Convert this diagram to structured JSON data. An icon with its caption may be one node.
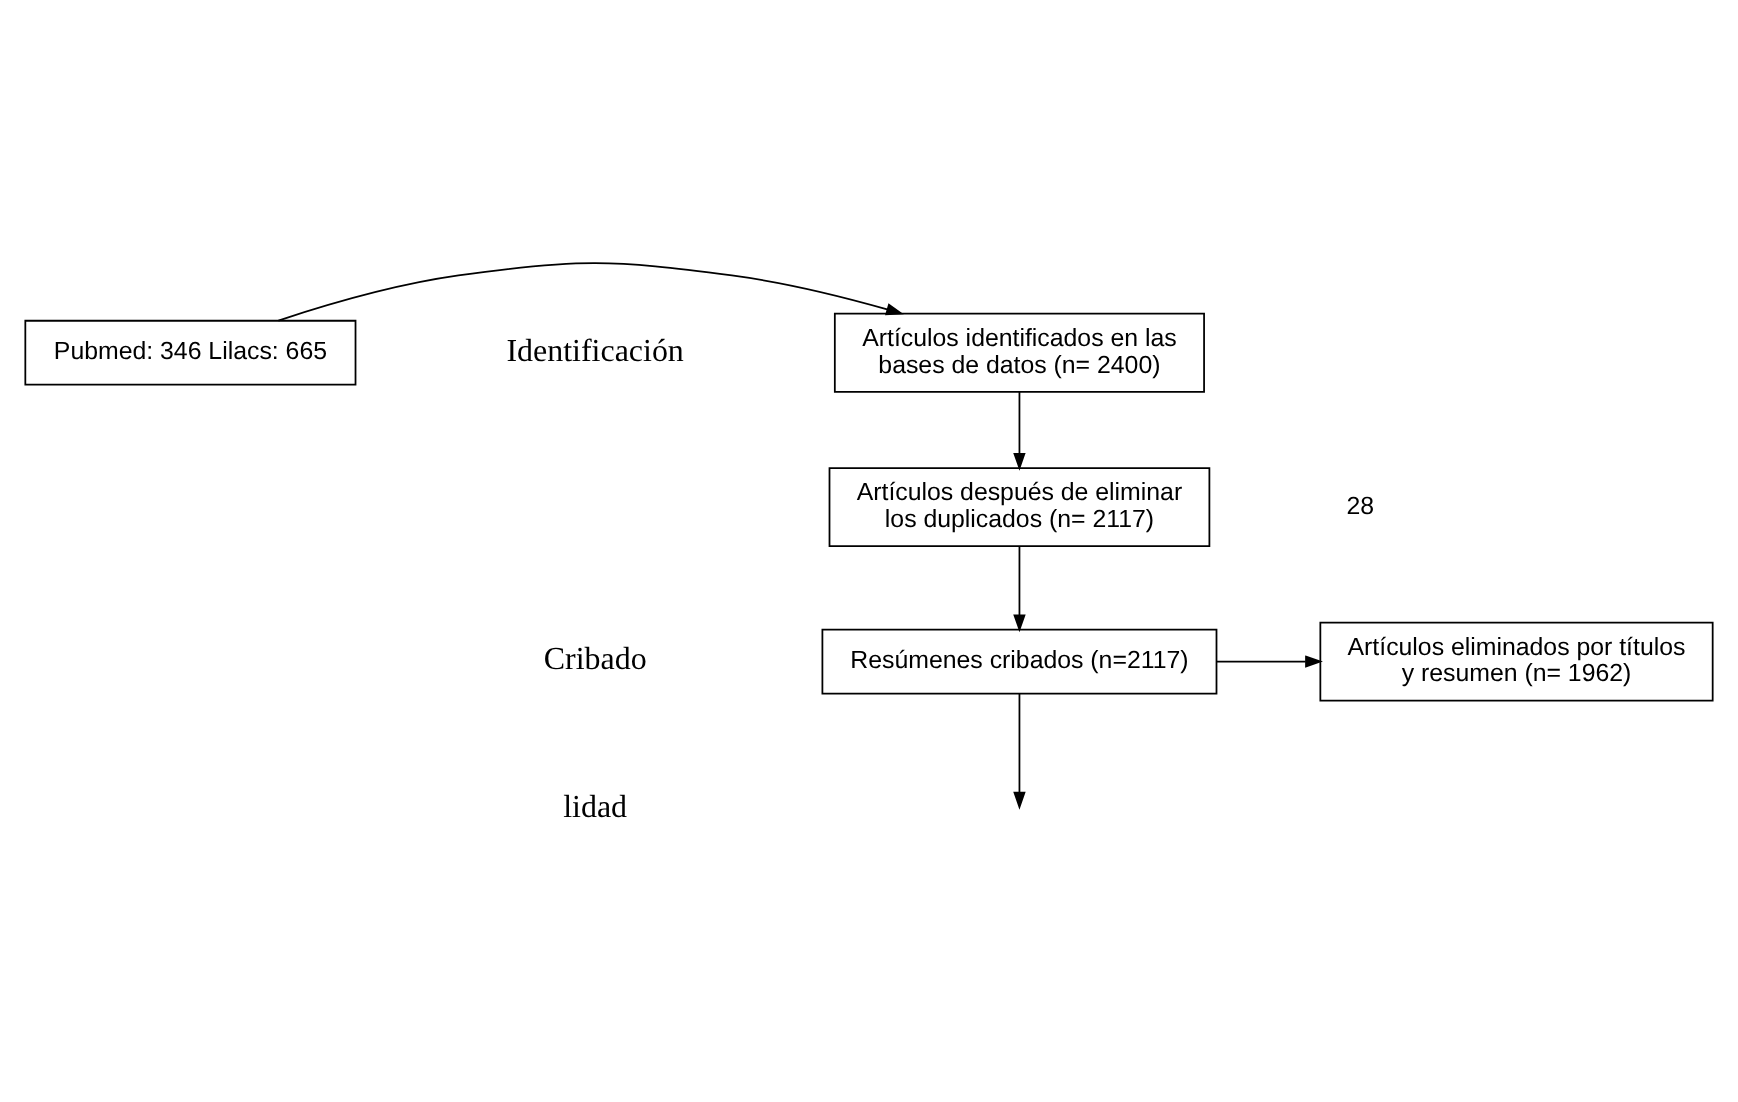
{
  "diagram": {
    "nodes": [
      {
        "text": [
          "Artículos identificados en las bases de datos (n= 2400)"
        ]
      },
      {
        "text": [
          "Pubmed: 346 Lilacs: 665"
        ]
      },
      {
        "text": [
          "Artículos después de eliminar los duplicados (n= 2117)"
        ]
      },
      {
        "text": [
          "Resúmenes cribados (n=2117)"
        ]
      },
      {
        "text": [
          "Artículos eliminados por títulos y resumen (n= 1962)"
        ]
      }
    ],
    "edges": [
      {
        "from": 1,
        "to": 0,
        "arrow": "to"
      },
      {
        "from": 0,
        "to": 2,
        "arrow": "to"
      },
      {
        "from": 2,
        "to": 3,
        "arrow": "to"
      },
      {
        "from": 3,
        "to": 4,
        "arrow": "to"
      },
      {
        "from": 3,
        "to": null,
        "arrow": "to"
      }
    ],
    "labels": [
      "Identificación",
      "28",
      "Cribado",
      "lidad"
    ]
  }
}
